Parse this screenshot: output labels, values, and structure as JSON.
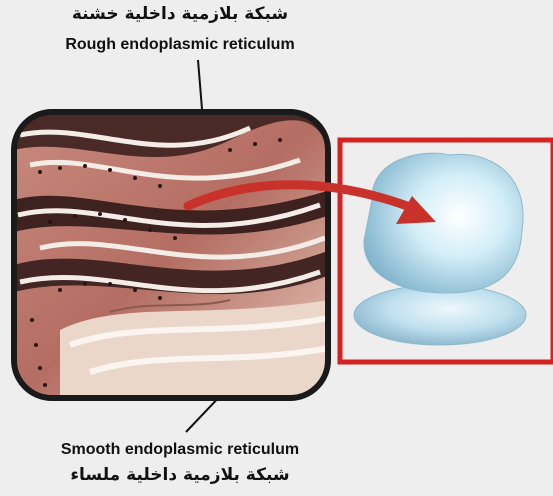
{
  "labels": {
    "rough_er_arabic": "شبكة بلازمية داخلية خشنة",
    "rough_er_english": "Rough endoplasmic reticulum",
    "smooth_er_english": "Smooth endoplasmic reticulum",
    "smooth_er_arabic": "شبكة بلازمية داخلية ملساء"
  },
  "colors": {
    "background": "#eeeeee",
    "er_frame": "#1a1a1a",
    "er_tissue": "#b9776c",
    "ribosome_frame": "#d42222",
    "arrow": "#c8322a",
    "ribosome": "#bfe3f2"
  }
}
